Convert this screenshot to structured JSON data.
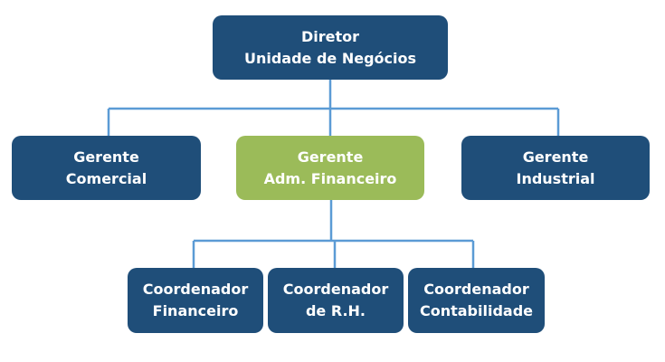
{
  "colors": {
    "primary": "#1f4e79",
    "highlight": "#9bbb59",
    "connector": "#5b9bd5",
    "text": "#ffffff"
  },
  "org_chart": {
    "director": {
      "line1": "Diretor",
      "line2": "Unidade de Negócios"
    },
    "managers": [
      {
        "line1": "Gerente",
        "line2": "Comercial"
      },
      {
        "line1": "Gerente",
        "line2": "Adm. Financeiro"
      },
      {
        "line1": "Gerente",
        "line2": "Industrial"
      }
    ],
    "coordinators": [
      {
        "line1": "Coordenador",
        "line2": "Financeiro"
      },
      {
        "line1": "Coordenador",
        "line2": "de R.H."
      },
      {
        "line1": "Coordenador",
        "line2": "Contabilidade"
      }
    ]
  }
}
